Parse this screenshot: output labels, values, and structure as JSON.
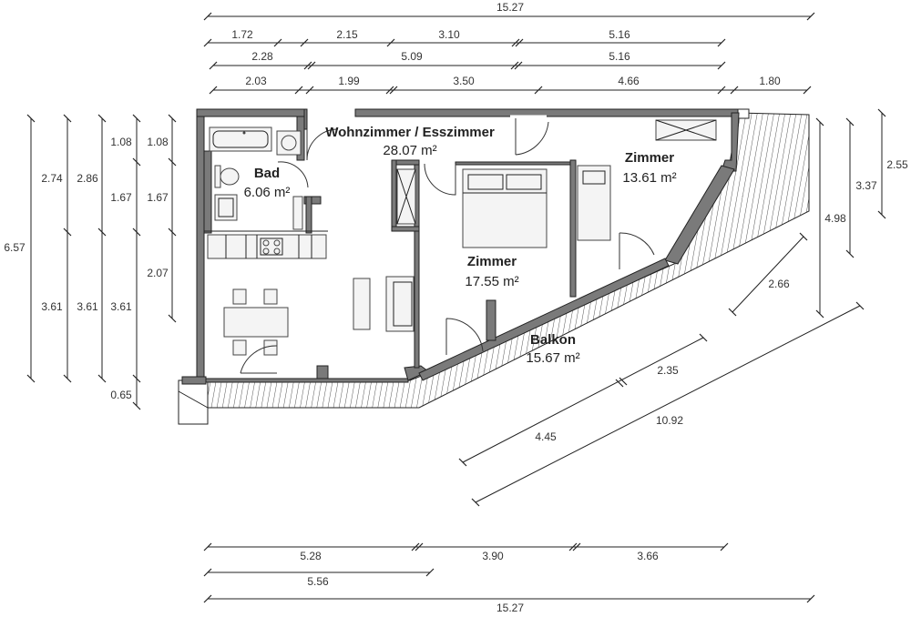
{
  "rooms": {
    "wohnzimmer": {
      "name": "Wohnzimmer / Esszimmer",
      "area": "28.07 m²"
    },
    "bad": {
      "name": "Bad",
      "area": "6.06 m²"
    },
    "zimmer_middle": {
      "name": "Zimmer",
      "area": "17.55 m²"
    },
    "zimmer_right": {
      "name": "Zimmer",
      "area": "13.61 m²"
    },
    "balkon": {
      "name": "Balkon",
      "area": "15.67 m²"
    }
  },
  "dimensions": {
    "top_total": "15.27",
    "top_row1": [
      "1.72",
      "2.15",
      "3.10",
      "5.16"
    ],
    "top_row2": [
      "2.28",
      "5.09",
      "5.16"
    ],
    "top_row3": [
      "2.03",
      "1.99",
      "3.50",
      "4.66",
      "1.80"
    ],
    "left_outer": "6.57",
    "left_col1": [
      "2.74",
      "3.61"
    ],
    "left_col2": [
      "2.86",
      "3.61"
    ],
    "left_col3": [
      "1.08",
      "1.67",
      "3.61",
      "0.65"
    ],
    "left_col4": [
      "1.08",
      "1.67",
      "2.07"
    ],
    "right_col1": "4.98",
    "right_col2": "3.37",
    "right_col3": "2.55",
    "diag_short": "2.66",
    "diag_mid_a": "2.35",
    "diag_mid_b": "4.45",
    "diag_long": "10.92",
    "bottom_row1": [
      "5.28",
      "3.90",
      "3.66"
    ],
    "bottom_row2": "5.56",
    "bottom_total": "15.27"
  }
}
